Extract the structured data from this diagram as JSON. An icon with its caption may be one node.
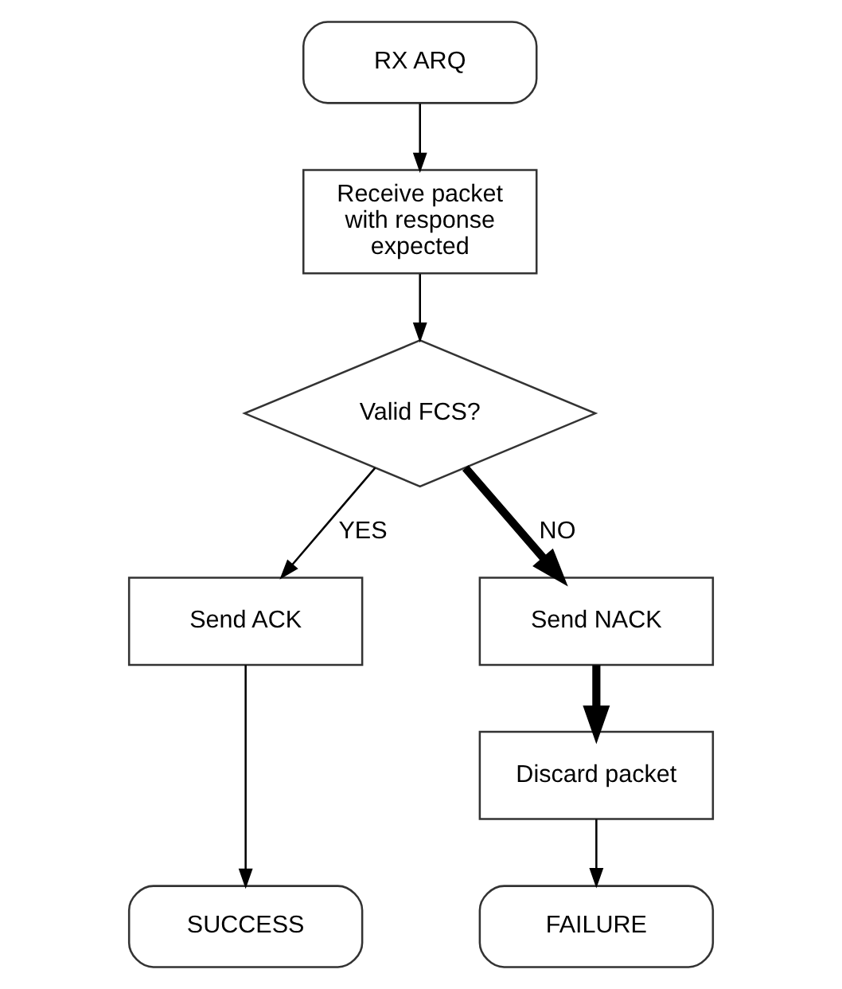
{
  "diagram": {
    "nodes": [
      {
        "text": [
          "RX ARQ"
        ]
      },
      {
        "text": [
          "Receive packet with response expected"
        ]
      },
      {
        "text": [
          "Valid FCS?"
        ]
      },
      {
        "text": [
          "Send ACK"
        ]
      },
      {
        "text": [
          "SUCCESS"
        ]
      },
      {
        "text": [
          "Send NACK"
        ]
      },
      {
        "text": [
          "Discard packet"
        ]
      },
      {
        "text": [
          "FAILURE"
        ]
      }
    ],
    "edges": [
      {
        "from": 0,
        "to": 1,
        "arrow": "to"
      },
      {
        "from": 1,
        "to": 2,
        "arrow": "to"
      },
      {
        "from": 2,
        "to": 3,
        "arrow": "to",
        "label": "YES"
      },
      {
        "from": 3,
        "to": 4,
        "arrow": "to"
      },
      {
        "from": 2,
        "to": 5,
        "arrow": "to",
        "label": "NO",
        "style": "thick"
      },
      {
        "from": 5,
        "to": 6,
        "arrow": "to",
        "style": "thick"
      },
      {
        "from": 6,
        "to": 7,
        "arrow": "to"
      }
    ]
  }
}
